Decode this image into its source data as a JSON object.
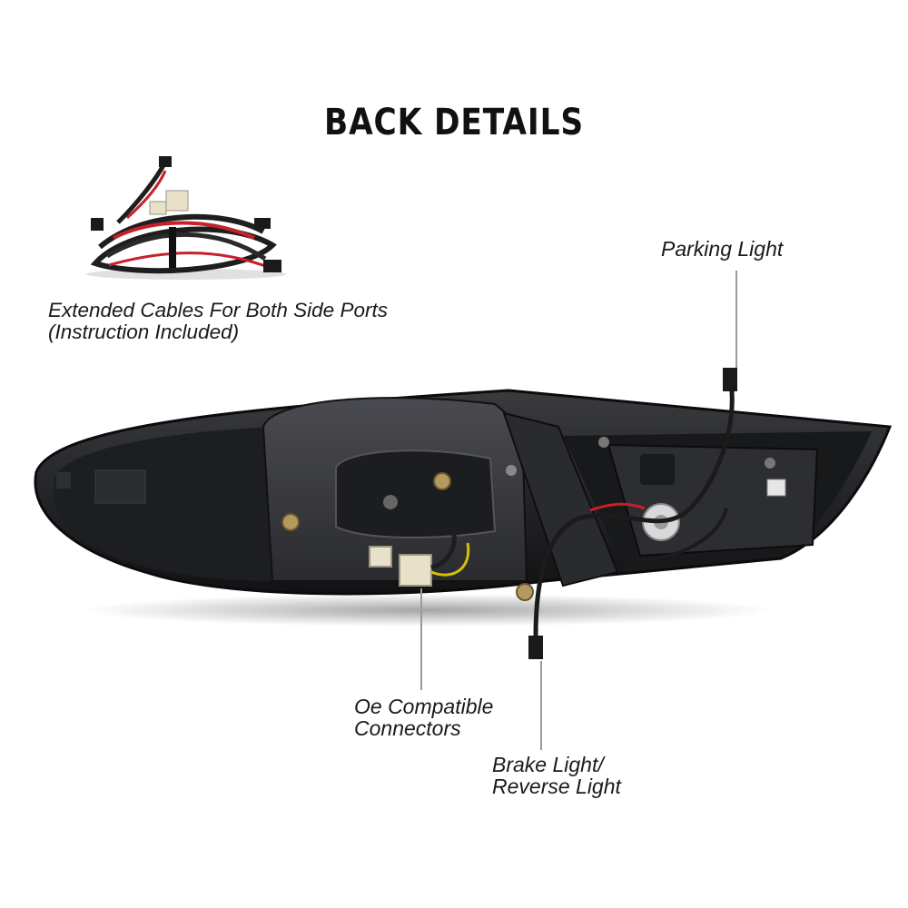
{
  "title": "BACK DETAILS",
  "callouts": {
    "cables": {
      "line1": "Extended Cables For Both Side Ports",
      "line2": "(Instruction Included)"
    },
    "parking": {
      "line1": "Parking Light"
    },
    "connectors": {
      "line1": "Oe Compatible",
      "line2": "Connectors"
    },
    "brake": {
      "line1": "Brake Light/",
      "line2": "Reverse Light"
    }
  },
  "colors": {
    "housing": "#222326",
    "wire_red": "#c8202a",
    "connector": "#e8e0c8",
    "text": "#111111"
  }
}
